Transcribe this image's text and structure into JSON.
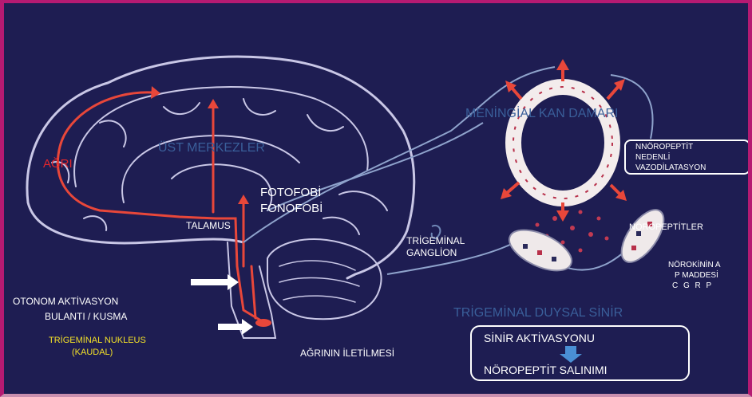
{
  "labels": {
    "agri": "AĞRI",
    "ust_merkezler": "ÜST MERKEZLER",
    "talamus": "TALAMUS",
    "fotofobi": "FOTOFOBİ",
    "fonofobi": "FONOFOBİ",
    "meningial_kan_damari": "MENİNGİAL KAN DAMARI",
    "noropeptitler": "NÖROPEPTİTLER",
    "trigeminal_ganglion_line1": "TRİGEMİNAL",
    "trigeminal_ganglion_line2": "GANGLİON",
    "norokinin_line1": "NÖROKİNİN A",
    "norokinin_line2": "P MADDESİ",
    "norokinin_line3": "C G R P",
    "otonom_aktivasyon": "OTONOM AKTİVASYON",
    "bulanti_kusma": "BULANTI / KUSMA",
    "trigeminal_nukleus_line1": "TRİGEMİNAL NUKLEUS",
    "trigeminal_nukleus_line2": "(KAUDAL)",
    "agrinin_iletilmesi": "AĞRININ İLETİLMESİ",
    "trigeminal_duysal_sinir": "TRİGEMİNAL DUYSAL SİNİR"
  },
  "vasodilation_box": {
    "line1": "NNÖROPEPTİT",
    "line2": "NEDENLİ",
    "line3": "VAZODİLATASYON"
  },
  "activation_box": {
    "line1": "SİNİR AKTİVASYONU",
    "line2": "NÖROPEPTİT SALINIMI"
  },
  "colors": {
    "background": "#1e1d52",
    "frame": "#b51a72",
    "arrow_red": "#e8473a",
    "label_faint": "#3a5f9a",
    "label_yellow": "#f2e028",
    "down_arrow": "#4a8fd4"
  }
}
